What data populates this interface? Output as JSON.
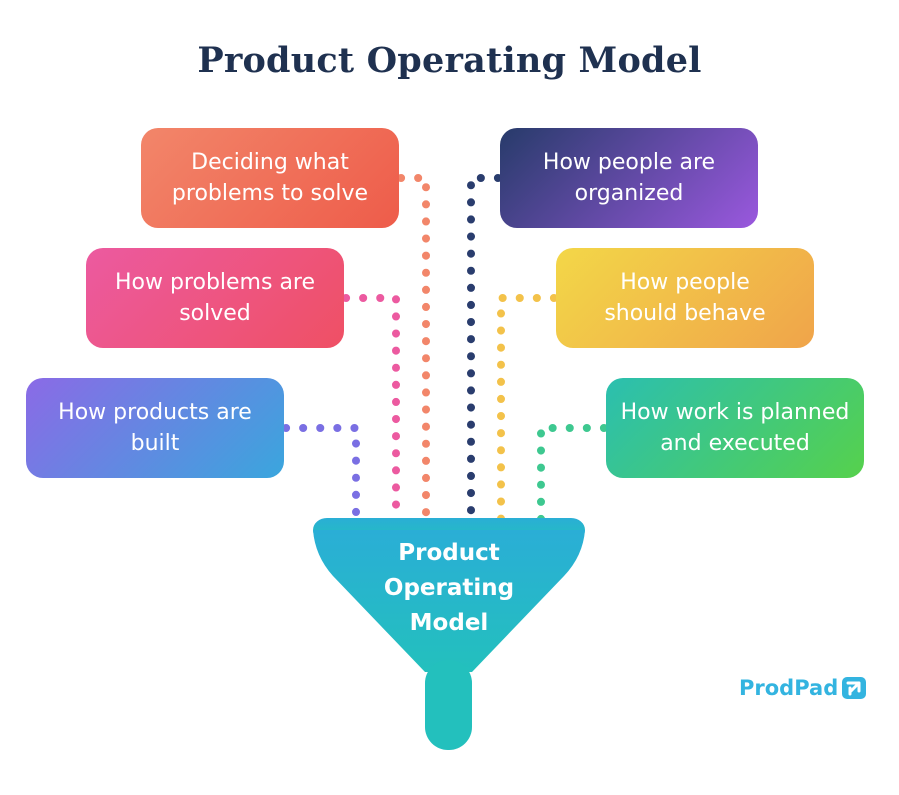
{
  "title": "Product Operating Model",
  "inputs": [
    {
      "line1": "Deciding what",
      "line2": "problems to solve"
    },
    {
      "line1": "How problems are",
      "line2": "solved"
    },
    {
      "line1": "How products are",
      "line2": "built"
    },
    {
      "line1": "How people are",
      "line2": "organized"
    },
    {
      "line1": "How people",
      "line2": "should behave"
    },
    {
      "line1": "How work is planned",
      "line2": "and executed"
    }
  ],
  "colors": {
    "title": "#1f3150",
    "funnel": "#2cb4d2",
    "brand": "#33b4e0",
    "connectors": [
      "#f2866a",
      "#ec5aa0",
      "#7a6fe3",
      "#273b6a",
      "#f3c24a",
      "#3ec890"
    ]
  },
  "funnel": {
    "line1": "Product",
    "line2": "Operating",
    "line3": "Model"
  },
  "brand": {
    "name": "ProdPad",
    "icon": "prodpad-logo-icon"
  }
}
